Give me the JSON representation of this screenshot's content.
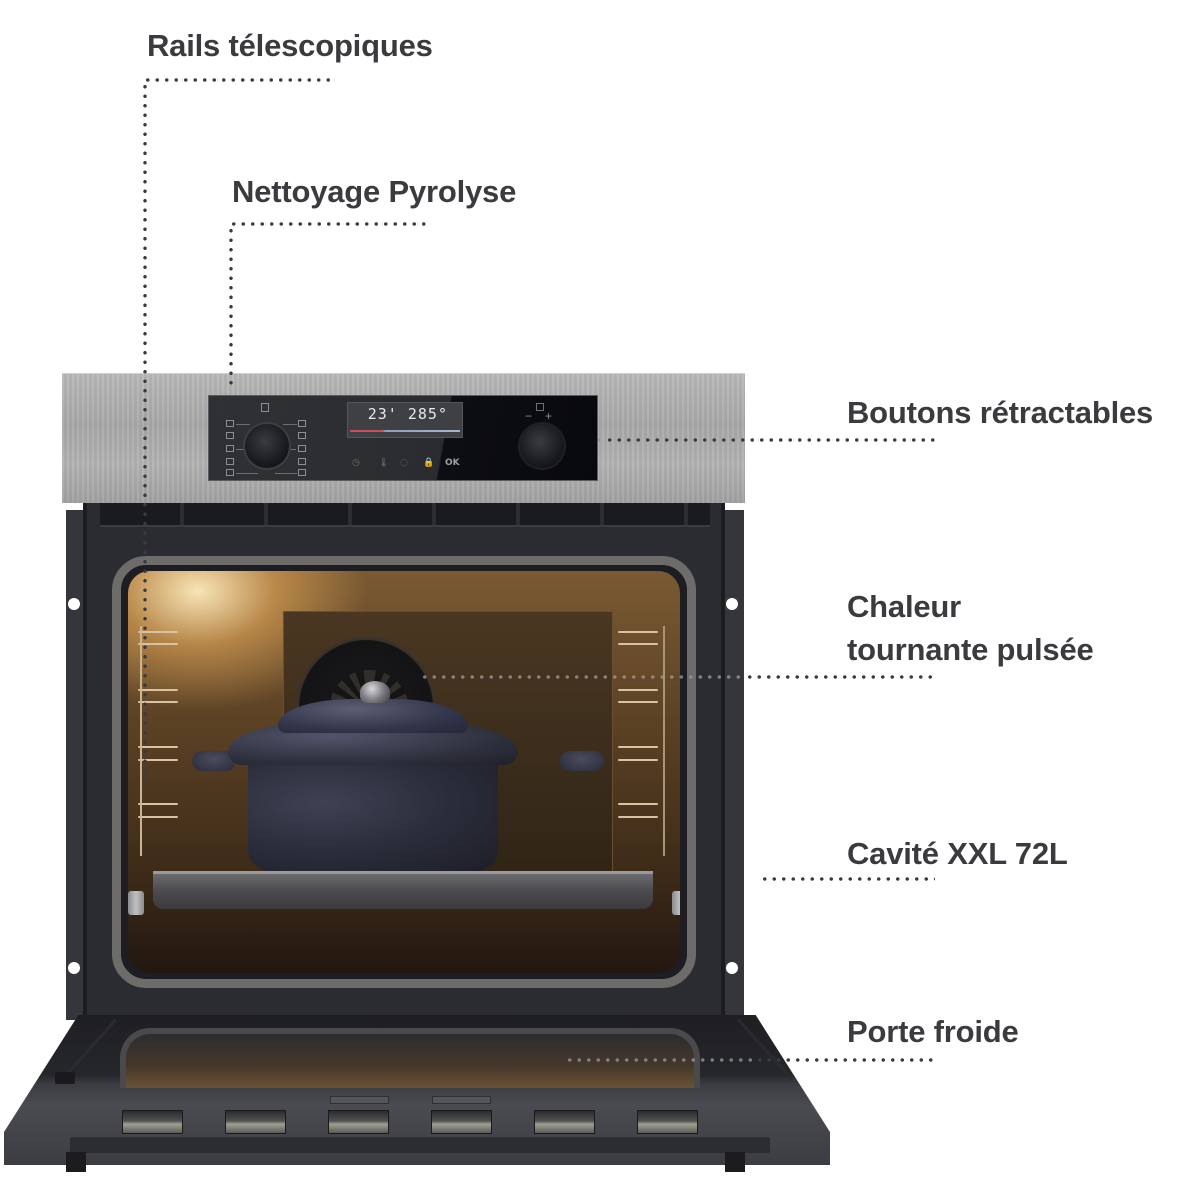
{
  "features": {
    "rails": {
      "label": "Rails télescopiques"
    },
    "pyrolyse": {
      "label": "Nettoyage Pyrolyse"
    },
    "buttons": {
      "label": "Boutons rétractables"
    },
    "convection": {
      "line1": "Chaleur",
      "line2": "tournante pulsée"
    },
    "cavity": {
      "label": "Cavité XXL 72L"
    },
    "door": {
      "label": "Porte froide"
    }
  },
  "oven": {
    "display": {
      "time": "23'",
      "temperature": "285°"
    },
    "touch_controls": [
      {
        "icon": "clock-icon",
        "glyph": "◷"
      },
      {
        "icon": "thermometer-icon",
        "glyph": "🌡"
      },
      {
        "icon": "drop-icon",
        "glyph": "◌"
      },
      {
        "icon": "lock-icon",
        "glyph": "🔒"
      },
      {
        "icon": "ok",
        "label": "OK"
      }
    ],
    "right_knob": {
      "minus": "−",
      "plus": "+"
    },
    "colors": {
      "label_text": "#3a3b3e",
      "stainless": "#b0b0b1",
      "display_black": "#0b0c11",
      "lcd_bar_red": "#d0485d",
      "lcd_bar_blue": "#a8b6cc"
    }
  }
}
